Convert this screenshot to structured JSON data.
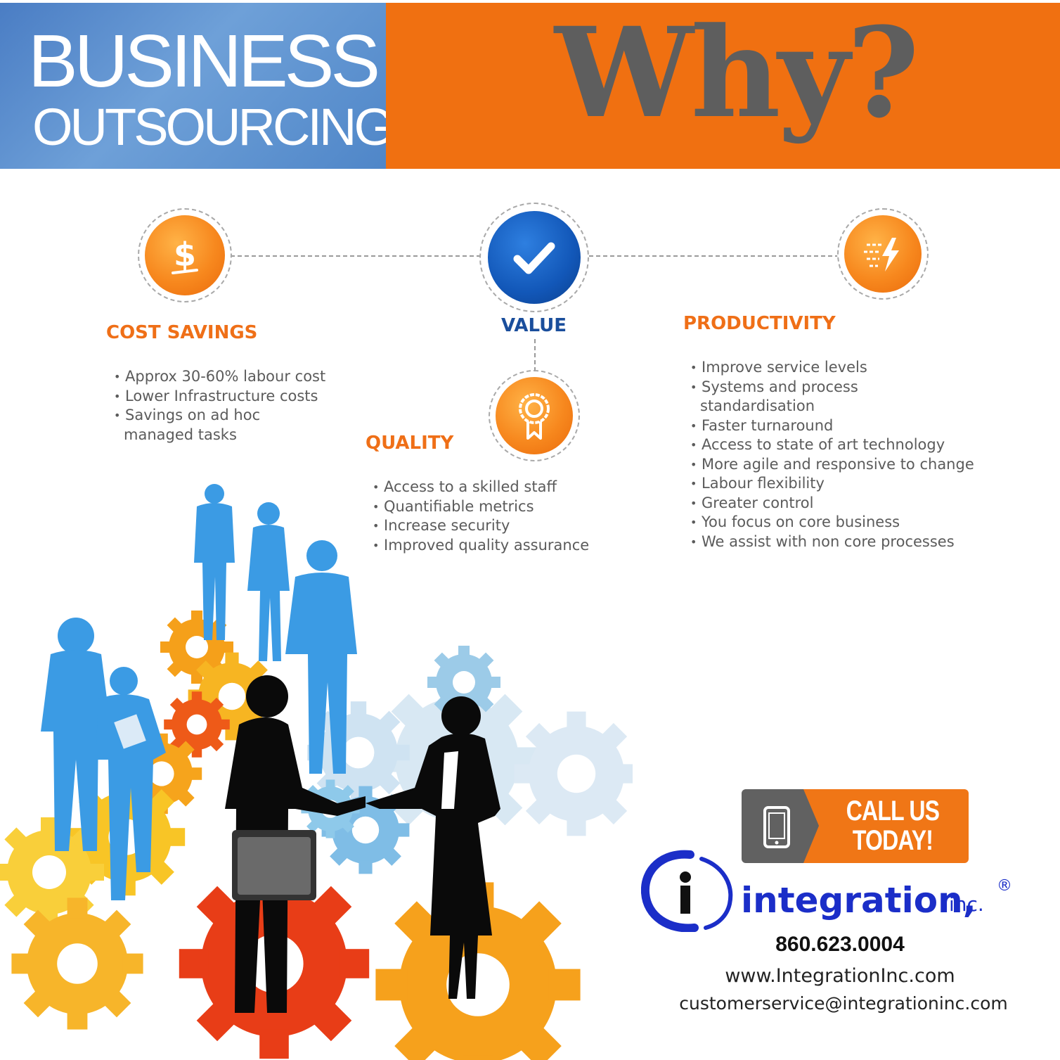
{
  "banner": {
    "line1": "BUSINESS",
    "line2": "OUTSOURCING",
    "question": "Why?"
  },
  "pillars": {
    "cost": {
      "title": "COST SAVINGS",
      "icon": "dollar-icon",
      "icon_text": "$",
      "items": [
        "Approx 30-60% labour cost",
        "Lower Infrastructure costs",
        "Savings on ad hoc",
        "managed tasks"
      ]
    },
    "value": {
      "title": "VALUE",
      "icon": "checkmark-icon"
    },
    "quality": {
      "title": "QUALITY",
      "icon": "award-ribbon-icon",
      "items": [
        "Access to a skilled staff",
        "Quantifiable metrics",
        "Increase security",
        "Improved quality assurance"
      ]
    },
    "productivity": {
      "title": "PRODUCTIVITY",
      "icon": "speed-bolt-icon",
      "items": [
        "Improve service levels",
        "Systems and process",
        "standardisation",
        "Faster turnaround",
        "Access to state of art technology",
        "More agile and responsive to change",
        "Labour flexibility",
        "Greater control",
        "You focus on core business",
        "We assist with non core processes"
      ]
    }
  },
  "cta": {
    "line1": "CALL US",
    "line2": "TODAY!",
    "icon": "phone-icon"
  },
  "company": {
    "name": "integration,",
    "suffix": "inc.",
    "reg_mark": "®",
    "phone": "860.623.0004",
    "website": "www.IntegrationInc.com",
    "email": "customerservice@integrationinc.com"
  },
  "colors": {
    "orange": "#f07011",
    "blue_banner": "#4f86c8",
    "heading_blue": "#1a4e9c",
    "logo_blue": "#1b2ec8"
  }
}
